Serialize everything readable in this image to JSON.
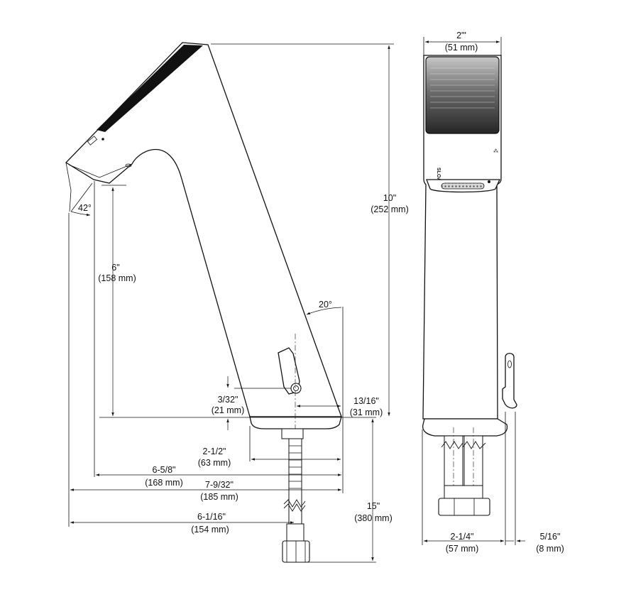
{
  "diagram": {
    "side_view": {
      "dim_angle_spout": "42°",
      "dim_angle_body": "20°",
      "dim_spout_height": {
        "imperial": "6\"",
        "metric": "(158 mm)"
      },
      "dim_total_height": {
        "imperial": "10\"",
        "metric": "(252 mm)"
      },
      "dim_handle_offset": {
        "imperial": "3/32\"",
        "metric": "(21 mm)"
      },
      "dim_base_offset": {
        "imperial": "13/16\"",
        "metric": "(31 mm)"
      },
      "dim_base_width": {
        "imperial": "2-1/2\"",
        "metric": "(63 mm)"
      },
      "dim_reach_a": {
        "imperial": "6-5/8\"",
        "metric": "(168 mm)"
      },
      "dim_overall_length": {
        "imperial": "7-9/32\"",
        "metric": "(185 mm)"
      },
      "dim_reach_b": {
        "imperial": "6-1/16\"",
        "metric": "(154 mm)"
      },
      "dim_supply_length": {
        "imperial": "15\"",
        "metric": "(380 mm)"
      }
    },
    "front_view": {
      "brand_mark": "SLOAN",
      "dim_top_width": {
        "imperial": "2\"'",
        "metric": "(51 mm)"
      },
      "dim_base_width": {
        "imperial": "2-1/4\"",
        "metric": "(57 mm)"
      },
      "dim_handle_depth": {
        "imperial": "5/16\"",
        "metric": "(8 mm)"
      }
    }
  }
}
